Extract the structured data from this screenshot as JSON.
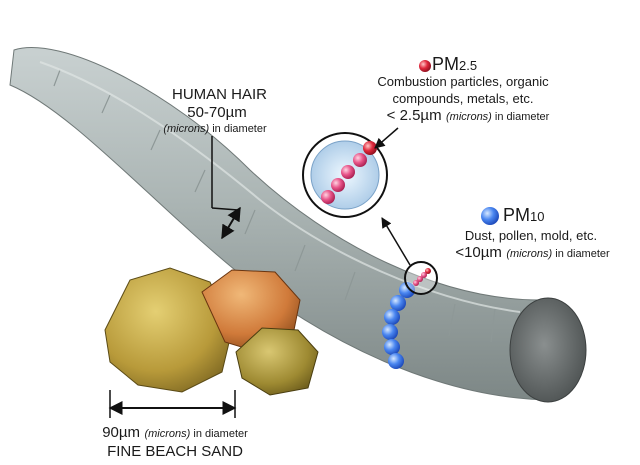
{
  "hair": {
    "title": "HUMAN HAIR",
    "size": "50-70µm",
    "size_num": "50-70",
    "unit": "µm",
    "microns": "(microns)",
    "in_diameter": " in diameter"
  },
  "pm25": {
    "title": "PM",
    "sub": "2.5",
    "line1": "Combustion particles, organic",
    "line2": "compounds, metals, etc.",
    "size_prefix": "< 2.5",
    "unit": "µm",
    "microns": "(microns)",
    "in_diameter": " in diameter",
    "color": "#e23a6b"
  },
  "pm10": {
    "title": "PM",
    "sub": "10",
    "line1": "Dust, pollen, mold, etc.",
    "size_prefix": "<10",
    "unit": "µm",
    "microns": "(microns)",
    "in_diameter": " in diameter",
    "color": "#3a7cf0"
  },
  "sand": {
    "size_num": "90",
    "unit": "µm",
    "microns": "(microns)",
    "in_diameter": " in diameter",
    "title": "FINE BEACH SAND"
  }
}
